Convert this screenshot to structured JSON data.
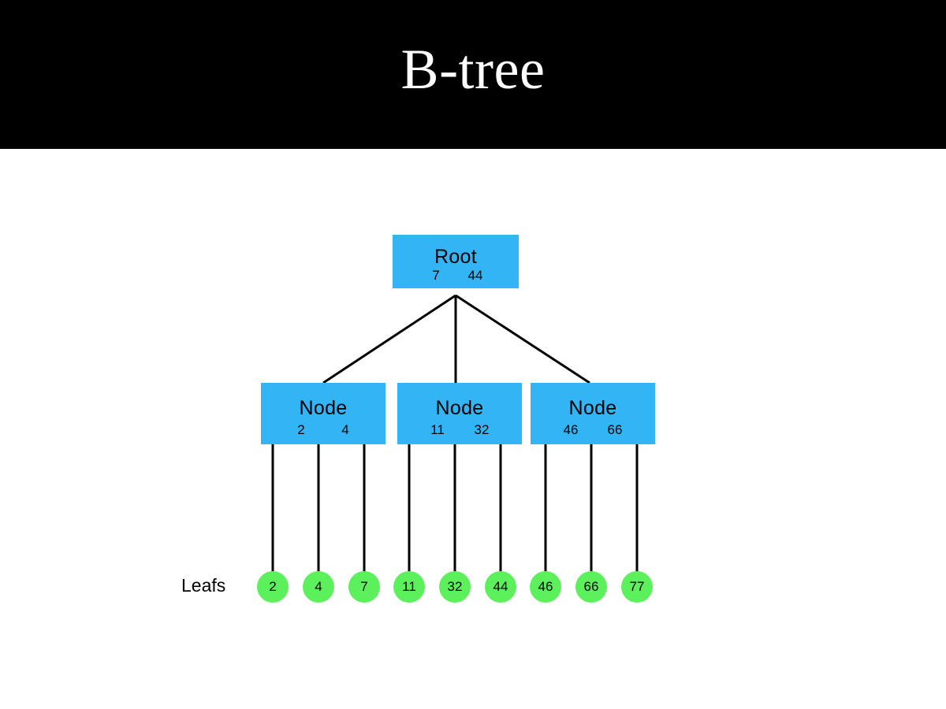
{
  "slide": {
    "title": "B-tree",
    "title_band_color": "#000000",
    "title_text_color": "#ffffff",
    "background_color": "#ffffff"
  },
  "colors": {
    "node_fill": "#33b5f5",
    "leaf_fill": "#5cf05c",
    "edge": "#000000",
    "text": "#000000"
  },
  "diagram": {
    "type": "tree",
    "leafs_label": "Leafs",
    "root": {
      "label": "Root",
      "keys": [
        "7",
        "44"
      ]
    },
    "nodes": [
      {
        "label": "Node",
        "keys": [
          "2",
          "4"
        ]
      },
      {
        "label": "Node",
        "keys": [
          "11",
          "32"
        ]
      },
      {
        "label": "Node",
        "keys": [
          "46",
          "66"
        ]
      }
    ],
    "leafs": [
      {
        "value": "2"
      },
      {
        "value": "4"
      },
      {
        "value": "7"
      },
      {
        "value": "11"
      },
      {
        "value": "32"
      },
      {
        "value": "44"
      },
      {
        "value": "46"
      },
      {
        "value": "66"
      },
      {
        "value": "77"
      }
    ]
  }
}
